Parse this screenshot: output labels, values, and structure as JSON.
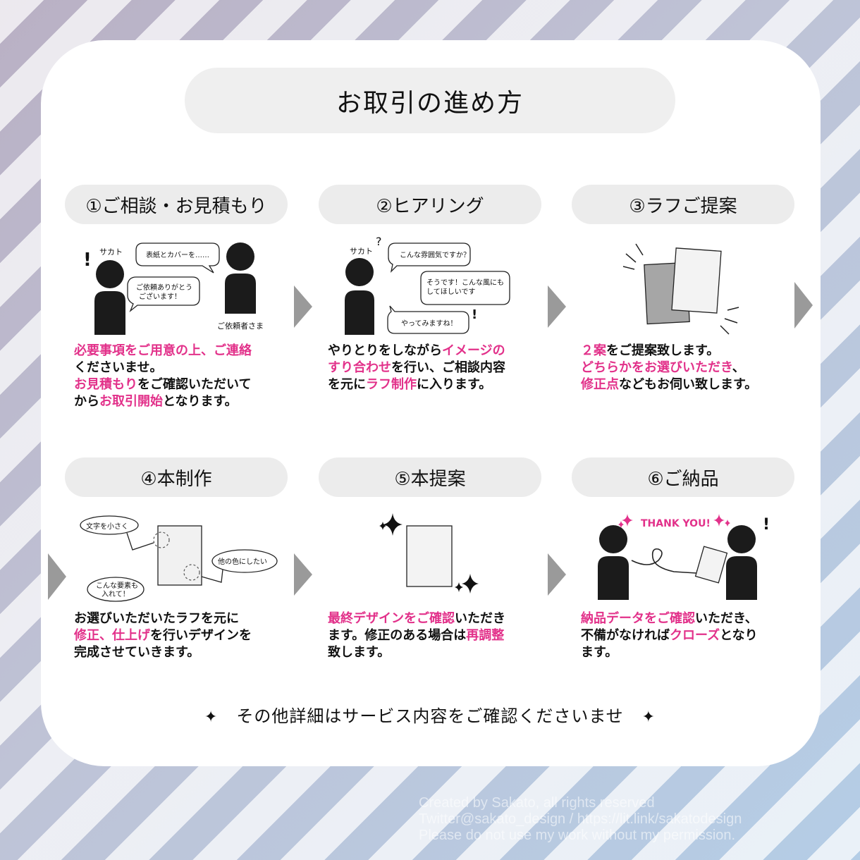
{
  "title": "お取引の進め方",
  "steps": [
    {
      "label": "①ご相談・お見積もり",
      "illus": {
        "name_left": "サカト",
        "name_right": "ご依頼者さま",
        "bubble1": "表紙とカバーを……",
        "bubble2a": "ご依頼ありがとう",
        "bubble2b": "ございます！",
        "mark": "!"
      },
      "desc": [
        [
          {
            "t": "必要事項をご用意の上、ご連絡",
            "p": true
          }
        ],
        [
          {
            "t": "くださいませ。",
            "p": false
          }
        ],
        [
          {
            "t": "お見積もり",
            "p": true
          },
          {
            "t": "をご確認いただいて",
            "p": false
          }
        ],
        [
          {
            "t": "から",
            "p": false
          },
          {
            "t": "お取引開始",
            "p": true
          },
          {
            "t": "となります。",
            "p": false
          }
        ]
      ]
    },
    {
      "label": "②ヒアリング",
      "illus": {
        "name_left": "サカト",
        "bubble1": "こんな雰囲気ですか？",
        "bubble2a": "そうです！こんな風にも",
        "bubble2b": "してほしいです",
        "bubble3": "やってみますね！",
        "mark_q": "?",
        "mark": "!"
      },
      "desc": [
        [
          {
            "t": "やりとりをしながら",
            "p": false
          },
          {
            "t": "イメージの",
            "p": true
          }
        ],
        [
          {
            "t": "すり合わせ",
            "p": true
          },
          {
            "t": "を行い、ご相談内容",
            "p": false
          }
        ],
        [
          {
            "t": "を元に",
            "p": false
          },
          {
            "t": "ラフ制作",
            "p": true
          },
          {
            "t": "に入ります。",
            "p": false
          }
        ]
      ]
    },
    {
      "label": "③ラフご提案",
      "desc": [
        [
          {
            "t": "２案",
            "p": true
          },
          {
            "t": "をご提案致します。",
            "p": false
          }
        ],
        [
          {
            "t": "どちらかをお選びいただき",
            "p": true
          },
          {
            "t": "、",
            "p": false
          }
        ],
        [
          {
            "t": "修正点",
            "p": true
          },
          {
            "t": "などもお伺い致します。",
            "p": false
          }
        ]
      ]
    },
    {
      "label": "④本制作",
      "illus": {
        "bubble1": "文字を小さく",
        "bubble2": "他の色にしたい",
        "bubble3a": "こんな要素も",
        "bubble3b": "入れて！"
      },
      "desc": [
        [
          {
            "t": "お選びいただいたラフを元に",
            "p": false
          }
        ],
        [
          {
            "t": "修正、仕上げ",
            "p": true
          },
          {
            "t": "を行いデザインを",
            "p": false
          }
        ],
        [
          {
            "t": "完成させていきます。",
            "p": false
          }
        ]
      ]
    },
    {
      "label": "⑤本提案",
      "desc": [
        [
          {
            "t": "最終デザインをご確認",
            "p": true
          },
          {
            "t": "いただき",
            "p": false
          }
        ],
        [
          {
            "t": "ます。修正のある場合は",
            "p": false
          },
          {
            "t": "再調整",
            "p": true
          }
        ],
        [
          {
            "t": "致します。",
            "p": false
          }
        ]
      ]
    },
    {
      "label": "⑥ご納品",
      "illus": {
        "thanks": "THANK YOU!",
        "mark": "!"
      },
      "desc": [
        [
          {
            "t": "納品データをご確認",
            "p": true
          },
          {
            "t": "いただき、",
            "p": false
          }
        ],
        [
          {
            "t": "不備がなければ",
            "p": false
          },
          {
            "t": "クローズ",
            "p": true
          },
          {
            "t": "となり",
            "p": false
          }
        ],
        [
          {
            "t": "ます。",
            "p": false
          }
        ]
      ]
    }
  ],
  "footer_note": "その他詳細はサービス内容をご確認くださいませ",
  "spark_glyph": "✦",
  "credit": [
    "Created by Sakato, all rights reserved",
    "Twitter@sakato_design / https://lit.link/sakatodesign",
    "Please do not use my work without my permission."
  ],
  "colors": {
    "accent": "#e2318a",
    "figure": "#1b1b1b",
    "pill": "#ececec",
    "arrow": "#9a9a9a"
  }
}
